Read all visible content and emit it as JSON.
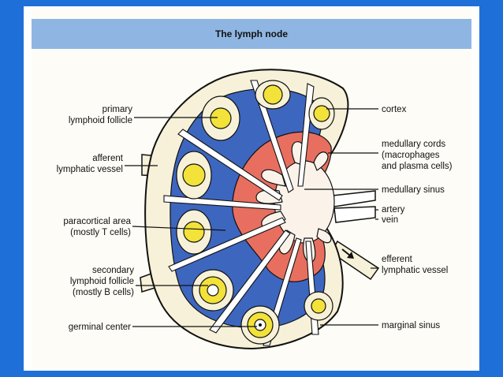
{
  "title": "The lymph node",
  "labels": {
    "primary_follicle": [
      "primary",
      "lymphoid follicle"
    ],
    "afferent_vessel": [
      "afferent",
      "lymphatic vessel"
    ],
    "paracortical_area": [
      "paracortical area",
      "(mostly T cells)"
    ],
    "secondary_follicle": [
      "secondary",
      "lymphoid follicle",
      "(mostly B cells)"
    ],
    "germinal_center": "germinal center",
    "cortex": "cortex",
    "medullary_cords": [
      "medullary cords",
      "(macrophages",
      "and plasma cells)"
    ],
    "medullary_sinus": "medullary sinus",
    "artery": "artery",
    "vein": "vein",
    "efferent_vessel": [
      "efferent",
      "lymphatic vessel"
    ],
    "marginal_sinus": "marginal sinus"
  },
  "colors": {
    "background": "#1f6fd8",
    "title_bar": "#8fb6e2",
    "capsule": "#f6f1d8",
    "paracortex": "#3d66bf",
    "medulla": "#e86f5f",
    "sinus": "#fbf3ea",
    "follicle": "#f2e23a"
  }
}
